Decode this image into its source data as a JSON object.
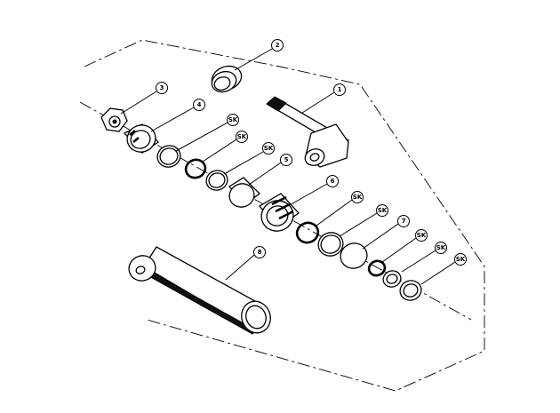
{
  "callouts": [
    {
      "id": "c2",
      "label": "2"
    },
    {
      "id": "c1",
      "label": "1"
    },
    {
      "id": "c3",
      "label": "3"
    },
    {
      "id": "c4",
      "label": "4"
    },
    {
      "id": "sk1",
      "label": "SK"
    },
    {
      "id": "sk2",
      "label": "SK"
    },
    {
      "id": "sk3",
      "label": "SK"
    },
    {
      "id": "c5",
      "label": "5"
    },
    {
      "id": "c6",
      "label": "6"
    },
    {
      "id": "sk4",
      "label": "SK"
    },
    {
      "id": "sk5",
      "label": "SK"
    },
    {
      "id": "c7",
      "label": "7"
    },
    {
      "id": "sk6",
      "label": "SK"
    },
    {
      "id": "sk7",
      "label": "SK"
    },
    {
      "id": "sk8",
      "label": "SK"
    },
    {
      "id": "c8",
      "label": "8"
    }
  ]
}
